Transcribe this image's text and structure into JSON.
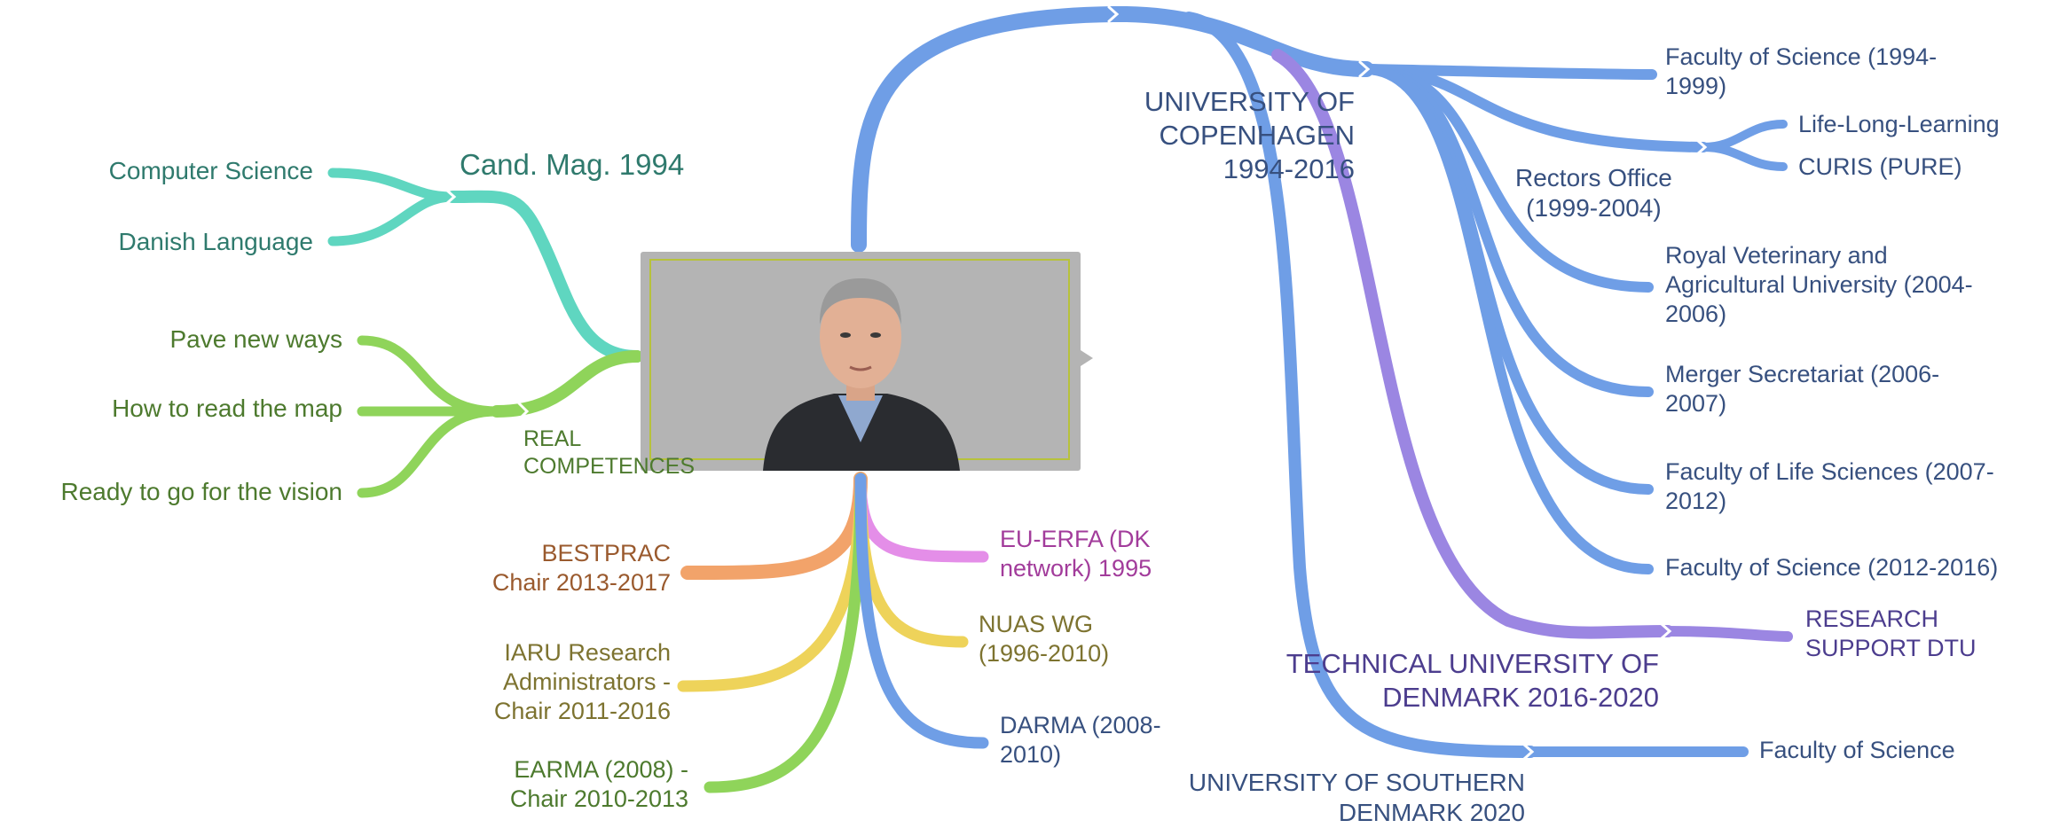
{
  "center": {
    "photo_icon": "portrait-photo-icon"
  },
  "left": {
    "cand_mag": {
      "title": "Cand. Mag. 1994",
      "children": [
        "Computer Science",
        "Danish Language"
      ]
    },
    "real_competences": {
      "title_line1": "REAL",
      "title_line2": "COMPETENCES",
      "children": [
        "Pave new ways",
        "How to read the map",
        "Ready to go for the vision"
      ]
    }
  },
  "bottom": {
    "bestprac": [
      "BESTPRAC",
      "Chair 2013-2017"
    ],
    "iaru": [
      "IARU Research",
      "Administrators -",
      "Chair 2011-2016"
    ],
    "earma": [
      "EARMA (2008) -",
      "Chair 2010-2013"
    ],
    "eu_erfa": [
      "EU-ERFA (DK",
      "network) 1995"
    ],
    "nuas": [
      "NUAS WG",
      "(1996-2010)"
    ],
    "darma": [
      "DARMA (2008-",
      "2010)"
    ]
  },
  "right": {
    "copenhagen": [
      "UNIVERSITY OF",
      "COPENHAGEN",
      "1994-2016"
    ],
    "faculty_science_1994": [
      "Faculty of Science (1994-",
      "1999)"
    ],
    "rectors_office": [
      "Rectors Office",
      "(1999-2004)"
    ],
    "life_long_learning": "Life-Long-Learning",
    "curis": "CURIS (PURE)",
    "royal_vet": [
      "Royal Veterinary and",
      "Agricultural University (2004-",
      "2006)"
    ],
    "merger": [
      "Merger Secretariat (2006-",
      "2007)"
    ],
    "life_sciences": [
      "Faculty of Life Sciences (2007-",
      "2012)"
    ],
    "faculty_science_2012": "Faculty of Science (2012-2016)",
    "dtu": [
      "TECHNICAL UNIVERSITY OF",
      "DENMARK 2016-2020"
    ],
    "research_support": [
      "RESEARCH",
      "SUPPORT DTU"
    ],
    "sdu": [
      "UNIVERSITY OF SOUTHERN",
      "DENMARK 2020"
    ],
    "sdu_faculty": "Faculty of Science"
  },
  "colors": {
    "teal": "#5fd6c0",
    "green": "#8fd45a",
    "blue": "#6f9ee6",
    "purple": "#9b86e2",
    "orange": "#f2a36a",
    "magenta": "#e48ee8",
    "yellow": "#eed35a"
  }
}
